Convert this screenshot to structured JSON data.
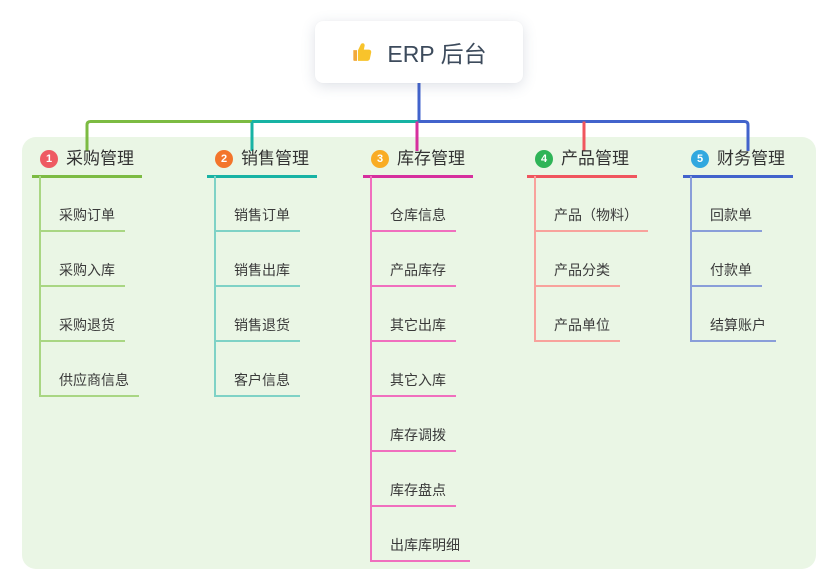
{
  "root": {
    "label": "ERP 后台",
    "icon": "thumbs-up-icon",
    "icon_color": "#f8c32b",
    "line_color": "#4263cc",
    "text_color": "#3d4b5c"
  },
  "canvas": {
    "background": "#ffffff",
    "panel_color": "#eaf6e5"
  },
  "branches": [
    {
      "number": "1",
      "title": "采购管理",
      "badge_color": "#ee5a62",
      "line_color": "#7cbb42",
      "child_line_color": "#a9d683",
      "children": [
        "采购订单",
        "采购入库",
        "采购退货",
        "供应商信息"
      ]
    },
    {
      "number": "2",
      "title": "销售管理",
      "badge_color": "#f3752b",
      "line_color": "#17b3a4",
      "child_line_color": "#7fd2c6",
      "children": [
        "销售订单",
        "销售出库",
        "销售退货",
        "客户信息"
      ]
    },
    {
      "number": "3",
      "title": "库存管理",
      "badge_color": "#f9ac24",
      "line_color": "#d6309e",
      "child_line_color": "#f06fbe",
      "children": [
        "仓库信息",
        "产品库存",
        "其它出库",
        "其它入库",
        "库存调拨",
        "库存盘点",
        "出库库明细"
      ]
    },
    {
      "number": "4",
      "title": "产品管理",
      "badge_color": "#2fb457",
      "line_color": "#f0555e",
      "child_line_color": "#f8a29c",
      "children": [
        "产品（物料）",
        "产品分类",
        "产品单位"
      ]
    },
    {
      "number": "5",
      "title": "财务管理",
      "badge_color": "#31a8df",
      "line_color": "#4263cc",
      "child_line_color": "#8a9ed9",
      "children": [
        "回款单",
        "付款单",
        "结算账户"
      ]
    }
  ]
}
